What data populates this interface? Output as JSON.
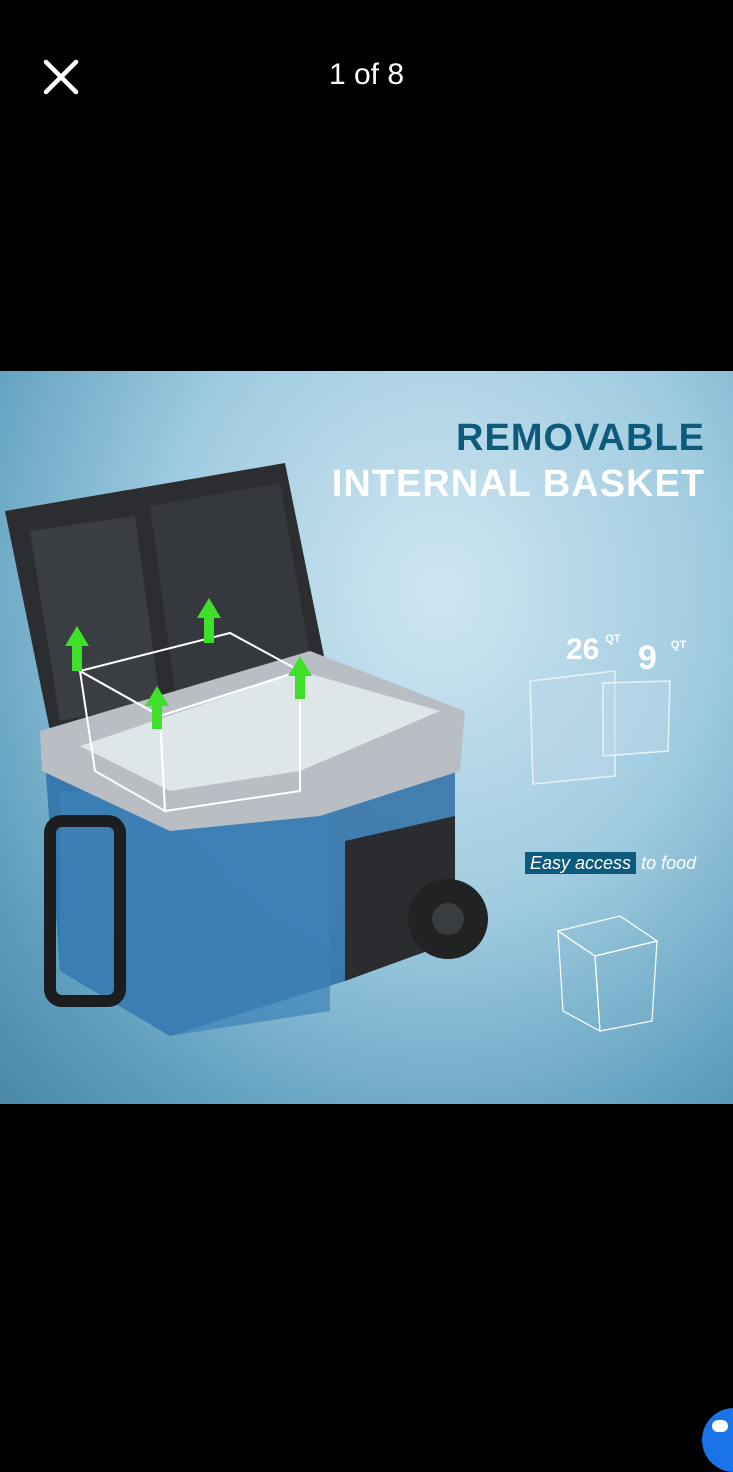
{
  "viewer": {
    "counter": "1 of 8",
    "close_icon": "close-icon",
    "chat_icon": "chat-bubble-icon"
  },
  "image": {
    "heading_line1": "REMOVABLE",
    "heading_line2": "INTERNAL BASKET",
    "capacity_large": "26",
    "capacity_large_unit": "QT",
    "capacity_small": "9",
    "capacity_small_unit": "QT",
    "easy_highlight": "Easy access",
    "easy_rest": "to food"
  }
}
